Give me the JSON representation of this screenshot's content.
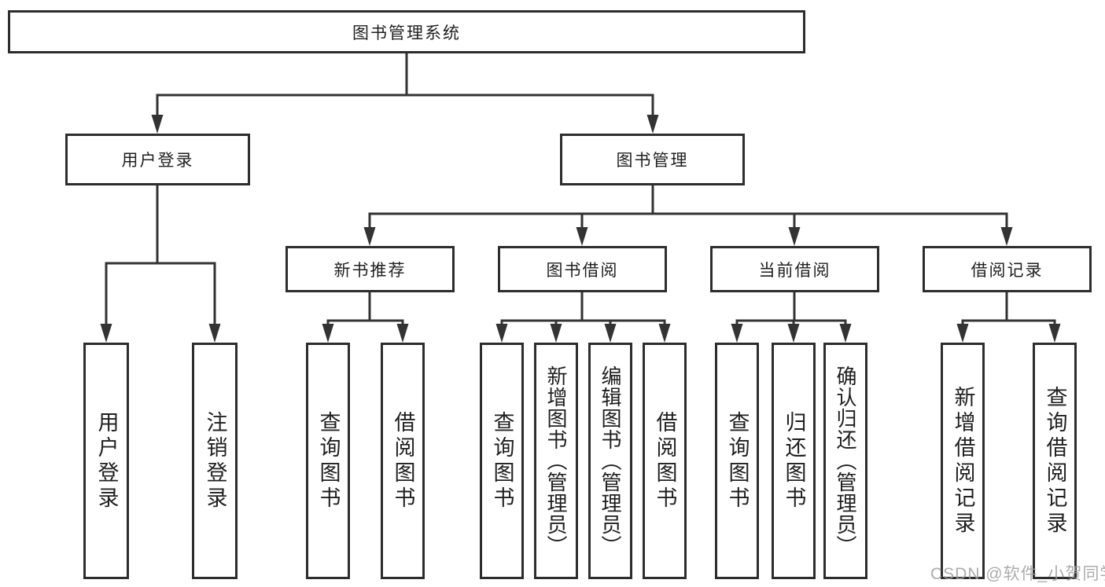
{
  "diagram": {
    "type": "hierarchy-tree",
    "tree": {
      "label": "图书管理系统",
      "children": [
        {
          "label": "用户登录",
          "children": [
            {
              "label": "用户登录"
            },
            {
              "label": "注销登录"
            }
          ]
        },
        {
          "label": "图书管理",
          "children": [
            {
              "label": "新书推荐",
              "children": [
                {
                  "label": "查询图书"
                },
                {
                  "label": "借阅图书"
                }
              ]
            },
            {
              "label": "图书借阅",
              "children": [
                {
                  "label": "查询图书"
                },
                {
                  "label": "新增图书（管理员）"
                },
                {
                  "label": "编辑图书（管理员）"
                },
                {
                  "label": "借阅图书"
                }
              ]
            },
            {
              "label": "当前借阅",
              "children": [
                {
                  "label": "查询图书"
                },
                {
                  "label": "归还图书"
                },
                {
                  "label": "确认归还（管理员）"
                }
              ]
            },
            {
              "label": "借阅记录",
              "children": [
                {
                  "label": "新增借阅记录"
                },
                {
                  "label": "查询借阅记录"
                }
              ]
            }
          ]
        }
      ]
    },
    "colors": {
      "line": "#333333",
      "box_border": "#2d2d2d",
      "text": "#1f1f1f",
      "background": "#ffffff",
      "watermark": "#9e9e9e"
    }
  },
  "watermark": {
    "text": "CSDN @软件_小贺同学"
  }
}
